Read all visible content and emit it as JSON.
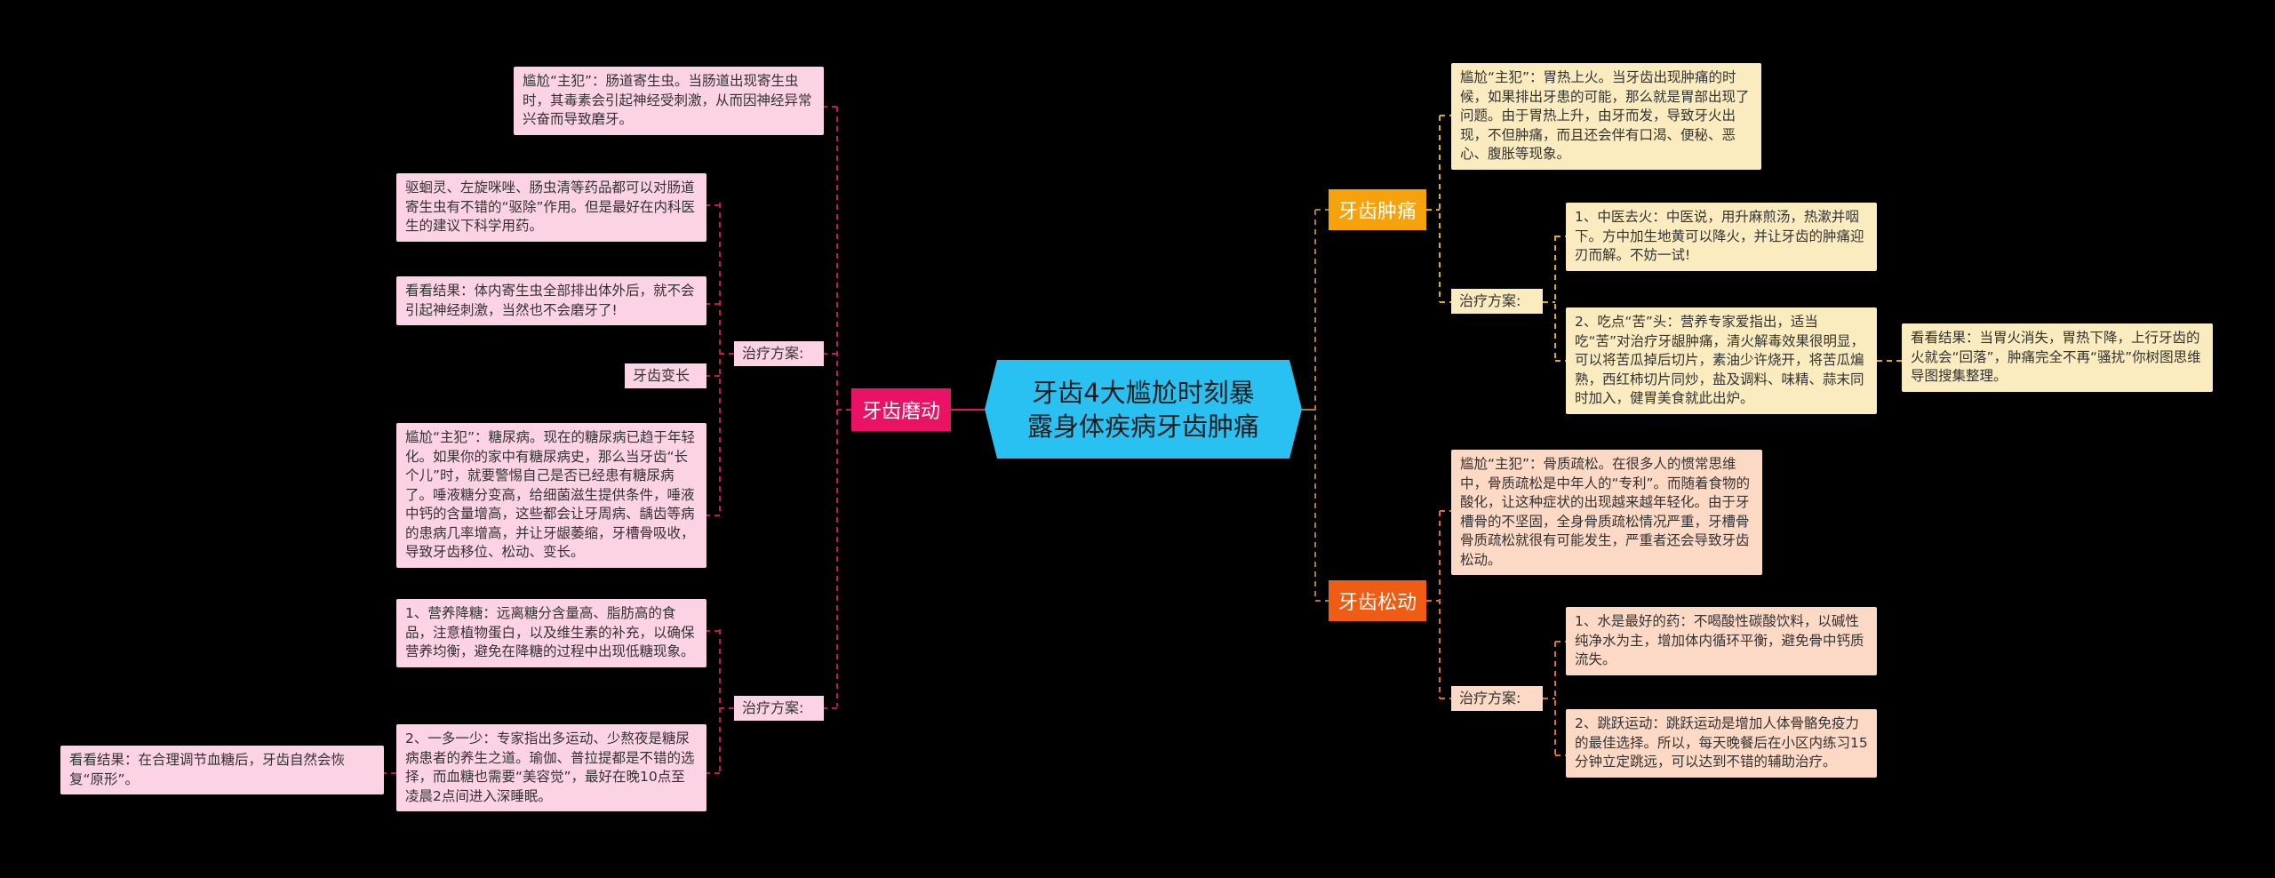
{
  "root": {
    "text": "牙齿4大尴尬时刻暴露身体疾病牙齿肿痛",
    "color": "#29c0f2"
  },
  "branches": {
    "grinding": {
      "label": "牙齿磨动",
      "color": "#ea1264",
      "culprit1": "尴尬“主犯”：肠道寄生虫。当肠道出现寄生虫时，其毒素会引起神经受刺激，从而因神经异常兴奋而导致磨牙。",
      "treatment1_label": "治疗方案:",
      "treatment1_tip": "驱蛔灵、左旋咪唑、肠虫清等药品都可以对肠道寄生虫有不错的“驱除”作用。但是最好在内科医生的建议下科学用药。",
      "treatment1_result": "看看结果：体内寄生虫全部排出体外后，就不会引起神经刺激，当然也不会磨牙了!",
      "lengthen_label": "牙齿变长",
      "culprit2": "尴尬“主犯”：糖尿病。现在的糖尿病已趋于年轻化。如果你的家中有糖尿病史，那么当牙齿“长个儿”时，就要警惕自己是否已经患有糖尿病了。唾液糖分变高，给细菌滋生提供条件，唾液中钙的含量增高，这些都会让牙周病、龋齿等病的患病几率增高，并让牙龈萎缩，牙槽骨吸收，导致牙齿移位、松动、变长。",
      "treatment2_label": "治疗方案:",
      "treatment2_item1": "1、营养降糖：远离糖分含量高、脂肪高的食品，注意植物蛋白，以及维生素的补充，以确保营养均衡，避免在降糖的过程中出现低糖现象。",
      "treatment2_item2": "2、一多一少：专家指出多运动、少熬夜是糖尿病患者的养生之道。瑜伽、普拉提都是不错的选择，而血糖也需要“美容觉”，最好在晚10点至凌晨2点间进入深睡眠。",
      "treatment2_result": "看看结果：在合理调节血糖后，牙齿自然会恢复“原形”。"
    },
    "swelling": {
      "label": "牙齿肿痛",
      "color": "#f6a20b",
      "culprit": "尴尬“主犯”：胃热上火。当牙齿出现肿痛的时候，如果排出牙患的可能，那么就是胃部出现了问题。由于胃热上升，由牙而发，导致牙火出现，不但肿痛，而且还会伴有口渴、便秘、恶心、腹胀等现象。",
      "treatment_label": "治疗方案:",
      "item1": "1、中医去火：中医说，用升麻煎汤，热漱并咽下。方中加生地黄可以降火，并让牙齿的肿痛迎刃而解。不妨一试!",
      "item2": "2、吃点“苦”头：营养专家爱指出，适当吃“苦”对治疗牙龈肿痛，清火解毒效果很明显，可以将苦瓜掉后切片，素油少许烧开，将苦瓜煸熟，西红柿切片同炒，盐及调料、味精、蒜末同时加入，健胃美食就此出炉。",
      "result": "看看结果：当胃火消失，胃热下降，上行牙齿的火就会“回落”，肿痛完全不再“骚扰”你树图思维导图搜集整理。"
    },
    "loosening": {
      "label": "牙齿松动",
      "color": "#f15c14",
      "culprit": "尴尬“主犯”：骨质疏松。在很多人的惯常思维中，骨质疏松是中年人的“专利”。而随着食物的酸化，让这种症状的出现越来越年轻化。由于牙槽骨的不坚固，全身骨质疏松情况严重，牙槽骨骨质疏松就很有可能发生，严重者还会导致牙齿松动。",
      "treatment_label": "治疗方案:",
      "item1": "1、水是最好的药：不喝酸性碳酸饮料，以碱性纯净水为主，增加体内循环平衡，避免骨中钙质流失。",
      "item2": "2、跳跃运动：跳跃运动是增加人体骨骼免疫力的最佳选择。所以，每天晚餐后在小区内练习15分钟立定跳远，可以达到不错的辅助治疗。"
    }
  }
}
